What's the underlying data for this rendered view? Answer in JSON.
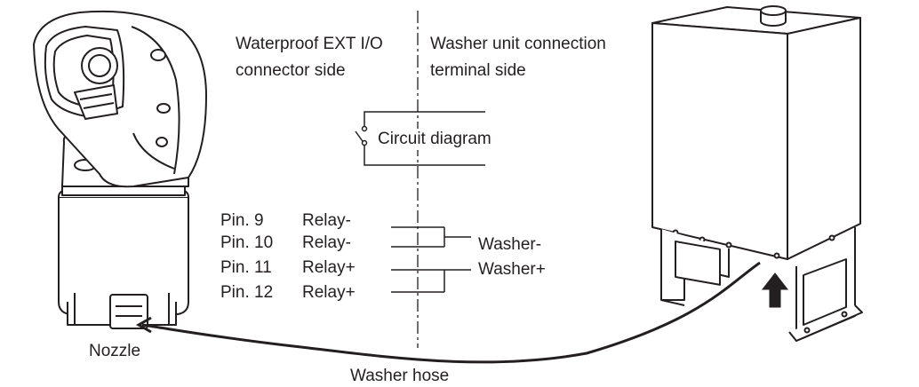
{
  "left_heading": {
    "line1": "Waterproof EXT I/O",
    "line2": "connector side"
  },
  "right_heading": {
    "line1": "Washer unit connection",
    "line2": "terminal side"
  },
  "circuit_label": "Circuit diagram",
  "pins": [
    {
      "pin": "Pin. 9",
      "signal": "Relay-"
    },
    {
      "pin": "Pin. 10",
      "signal": "Relay-"
    },
    {
      "pin": "Pin. 11",
      "signal": "Relay+"
    },
    {
      "pin": "Pin. 12",
      "signal": "Relay+"
    }
  ],
  "washer_minus": "Washer-",
  "washer_plus": "Washer+",
  "nozzle_label": "Nozzle",
  "hose_label": "Washer hose",
  "colors": {
    "line": "#231f20",
    "background": "#ffffff"
  },
  "icons": [
    "camera-icon",
    "washer-unit-icon",
    "up-arrow-icon",
    "relay-switch-icon"
  ]
}
